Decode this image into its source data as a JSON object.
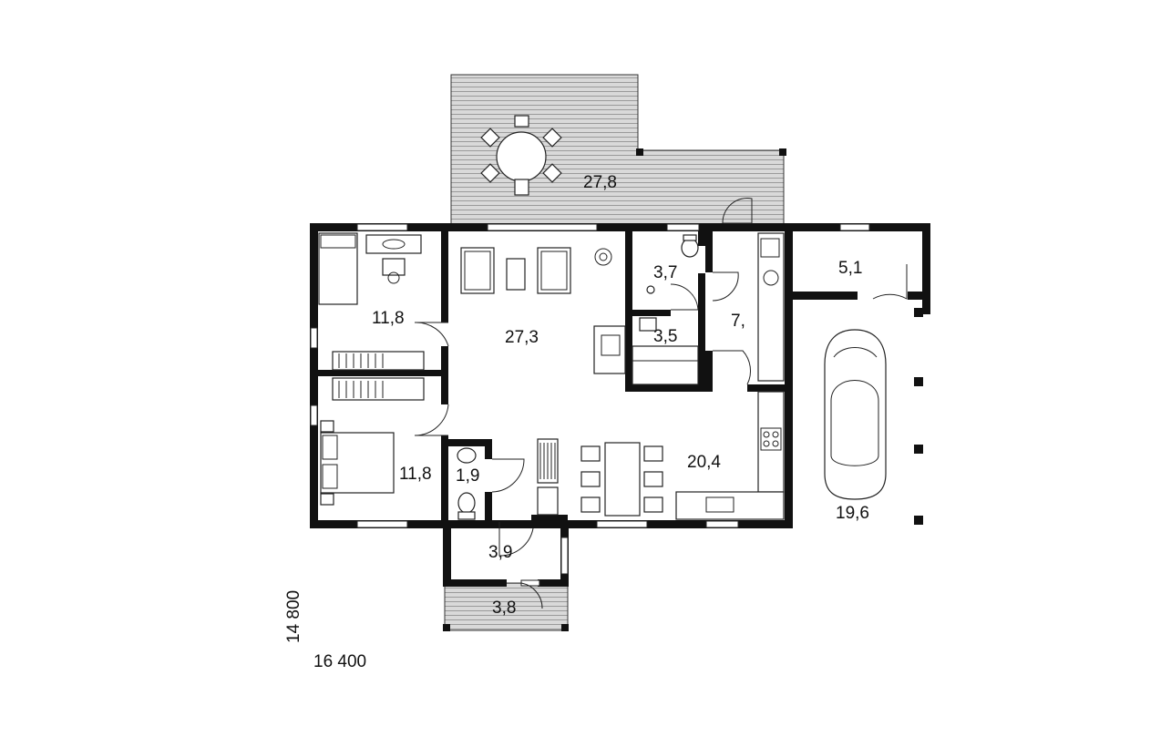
{
  "diagram": {
    "area_labels": {
      "terrace": "27,8",
      "bedroom_top": "11,8",
      "living": "27,3",
      "bath": "3,7",
      "utility": "3,5",
      "corridor": "7,",
      "storage": "5,1",
      "bedroom_bottom": "11,8",
      "wc": "1,9",
      "kitchen_dining": "20,4",
      "carport": "19,6",
      "entry_hall": "3,9",
      "porch": "3,8"
    },
    "dimensions": {
      "depth": "14 800",
      "width": "16 400"
    }
  }
}
